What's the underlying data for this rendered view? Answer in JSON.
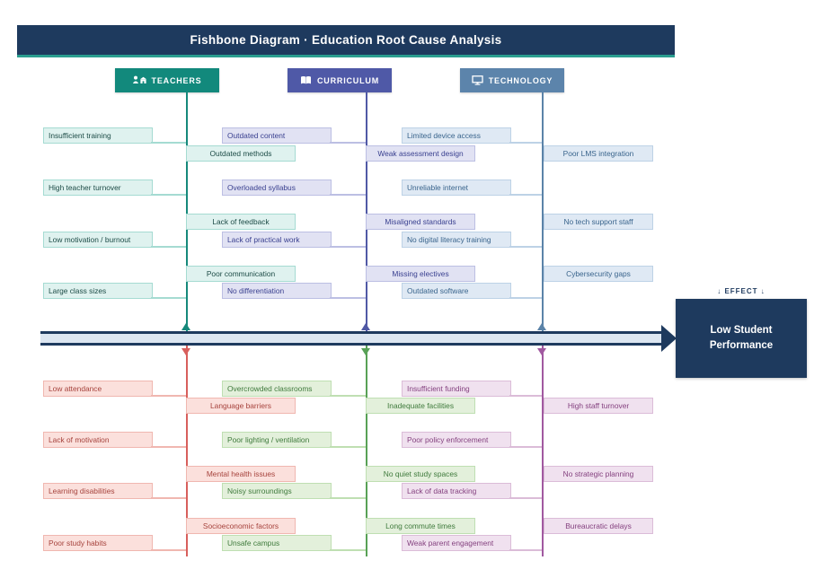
{
  "title": "Fishbone Diagram · Education Root Cause Analysis",
  "effect": {
    "label": "↓  EFFECT  ↓",
    "text_line1": "Low Student",
    "text_line2": "Performance"
  },
  "colors": {
    "navy": "#1E3A5E",
    "title_underline": "#2A9D8F",
    "spine_fill": "#DCE6F1",
    "background": "#FFFFFF"
  },
  "top_categories": [
    {
      "id": "teachers",
      "label": "TEACHERS",
      "icon": "teacher-icon",
      "header_color": "#12897C",
      "line_color": "#16897B",
      "box_fill": "#DFF2EF",
      "box_border": "#A5DBD2",
      "text_color": "#1C4B46",
      "main_causes": [
        "Insufficient training",
        "High teacher turnover",
        "Low motivation / burnout",
        "Large class sizes"
      ],
      "branch_causes": [
        "Outdated methods",
        "Lack of feedback",
        "Poor communication"
      ]
    },
    {
      "id": "curriculum",
      "label": "CURRICULUM",
      "icon": "book-icon",
      "header_color": "#4F59A7",
      "line_color": "#5059A5",
      "box_fill": "#E1E2F3",
      "box_border": "#BCBFE3",
      "text_color": "#3A4190",
      "main_causes": [
        "Outdated content",
        "Overloaded syllabus",
        "Lack of practical work",
        "No differentiation"
      ],
      "branch_causes": [
        "Weak assessment design",
        "Misaligned standards",
        "Missing electives"
      ]
    },
    {
      "id": "technology",
      "label": "TECHNOLOGY",
      "icon": "monitor-icon",
      "header_color": "#5C84AB",
      "line_color": "#5B83A8",
      "box_fill": "#DFE9F4",
      "box_border": "#BDD2E6",
      "text_color": "#39648C",
      "main_causes": [
        "Limited device access",
        "Unreliable internet",
        "No digital literacy training",
        "Outdated software"
      ],
      "branch_causes": [
        "Poor LMS integration",
        "No tech support staff",
        "Cybersecurity gaps"
      ]
    }
  ],
  "bottom_categories": [
    {
      "id": "red-branch",
      "line_color": "#D85F5C",
      "box_fill": "#FBE0DC",
      "box_border": "#F0B7B0",
      "text_color": "#A6433D",
      "main_causes": [
        "Low attendance",
        "Lack of motivation",
        "Learning disabilities",
        "Poor study habits"
      ],
      "branch_causes": [
        "Language barriers",
        "Mental health issues",
        "Socioeconomic factors"
      ]
    },
    {
      "id": "green-branch",
      "line_color": "#58A156",
      "box_fill": "#E3F0DB",
      "box_border": "#BFDFB2",
      "text_color": "#3F7A3C",
      "main_causes": [
        "Overcrowded classrooms",
        "Poor lighting / ventilation",
        "Noisy surroundings",
        "Unsafe campus"
      ],
      "branch_causes": [
        "Inadequate facilities",
        "No quiet study spaces",
        "Long commute times"
      ]
    },
    {
      "id": "purple-branch",
      "line_color": "#A159A0",
      "box_fill": "#F0E1EF",
      "box_border": "#DBBCD8",
      "text_color": "#84417F",
      "main_causes": [
        "Insufficient funding",
        "Poor policy enforcement",
        "Lack of data tracking",
        "Weak parent engagement"
      ],
      "branch_causes": [
        "High staff turnover",
        "No strategic planning",
        "Bureaucratic delays"
      ]
    }
  ]
}
